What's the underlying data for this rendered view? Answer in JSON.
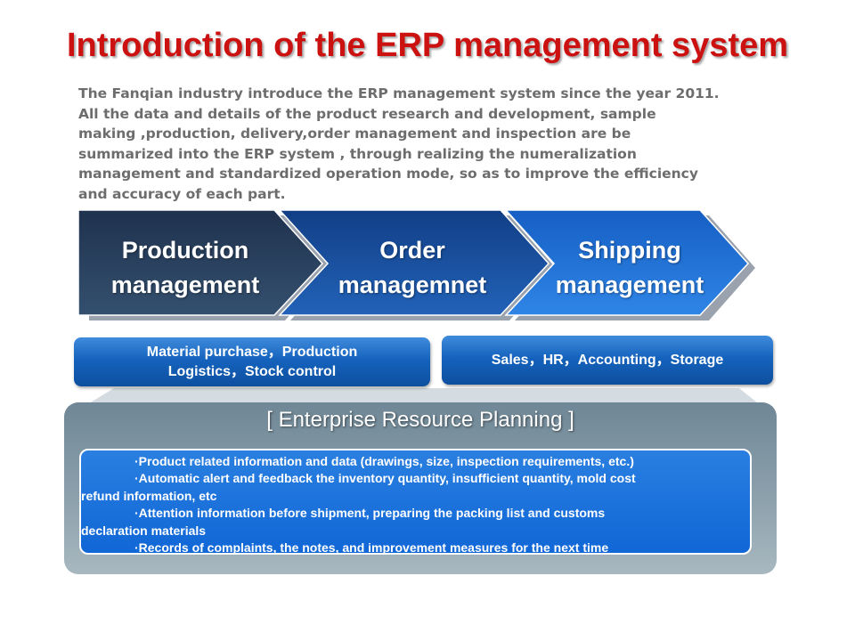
{
  "title": "Introduction of the ERP management system",
  "intro": "The Fanqian industry introduce the ERP management system since the year 2011.\nAll the data and details of the product research and development, sample\nmaking ,production, delivery,order management and inspection are be\nsummarized into the ERP system , through realizing the numeralization\nmanagement and standardized operation mode, so as to improve the efficiency\nand accuracy of each part.",
  "steps": [
    {
      "label": "Production\nmanagement"
    },
    {
      "label": "Order\nmanagemnet"
    },
    {
      "label": "Shipping\nmanagement"
    }
  ],
  "boxes": [
    {
      "label": "Material purchase，Production\nLogistics，Stock control"
    },
    {
      "label": "Sales，HR，Accounting，Storage"
    }
  ],
  "erp": {
    "heading": "[ Enterprise Resource Planning ]",
    "items": [
      "·Product related information and data (drawings, size, inspection requirements, etc.)",
      "·Automatic alert and feedback the inventory quantity, insufficient quantity, mold cost",
      "refund information, etc",
      "·Attention information before shipment, preparing the packing list and customs",
      "declaration materials",
      "·Records of complaints, the notes, and improvement measures for the next time"
    ]
  },
  "colors": {
    "title": "#cc1111",
    "step1": "#253a57",
    "step2": "#1a4f9e",
    "step3": "#1e6fd6"
  }
}
